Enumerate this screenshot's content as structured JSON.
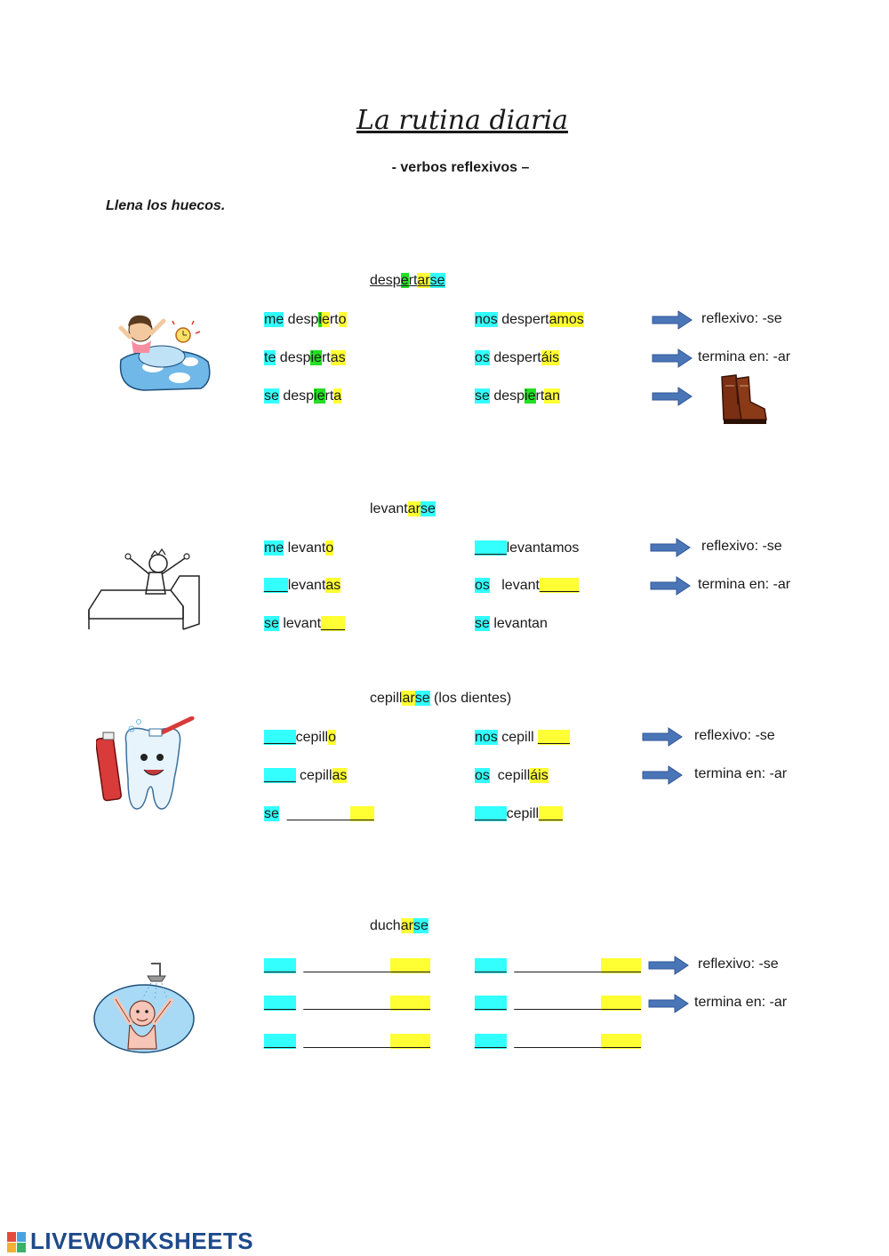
{
  "title": "La rutina diaria",
  "subtitle": "- verbos reflexivos –",
  "instruction": "Llena los huecos.",
  "sections": [
    {
      "verb": [
        [
          "desp",
          ""
        ],
        [
          "e",
          "g"
        ],
        [
          "rt",
          ""
        ],
        [
          "ar",
          "y"
        ],
        [
          "se",
          "c"
        ]
      ],
      "left": [
        [
          [
            "me",
            "c"
          ],
          [
            " desp",
            ""
          ],
          [
            "i",
            "g"
          ],
          [
            "e",
            "y"
          ],
          [
            "rt",
            ""
          ],
          [
            "o",
            "y"
          ]
        ],
        [
          [
            "te",
            "c"
          ],
          [
            " desp",
            ""
          ],
          [
            "ie",
            "g"
          ],
          [
            "rt",
            ""
          ],
          [
            "as",
            "y"
          ]
        ],
        [
          [
            "se",
            "c"
          ],
          [
            " desp",
            ""
          ],
          [
            "ie",
            "g"
          ],
          [
            "rt",
            ""
          ],
          [
            "a",
            "y"
          ]
        ]
      ],
      "right": [
        [
          [
            "nos",
            "c"
          ],
          [
            " despert",
            ""
          ],
          [
            "amos",
            "y"
          ]
        ],
        [
          [
            "os",
            "c"
          ],
          [
            " despert",
            ""
          ],
          [
            "áis",
            "y"
          ]
        ],
        [
          [
            "se",
            "c"
          ],
          [
            " desp",
            ""
          ],
          [
            "ie",
            "g"
          ],
          [
            "rt",
            ""
          ],
          [
            "an",
            "y"
          ]
        ]
      ],
      "notes": [
        "reflexivo: -se",
        "termina en: -ar"
      ]
    },
    {
      "verb": [
        [
          "levant",
          ""
        ],
        [
          "ar",
          "y"
        ],
        [
          "se",
          "c"
        ]
      ],
      "left": [
        [
          [
            "me",
            "c"
          ],
          [
            " levant",
            ""
          ],
          [
            "o",
            "y"
          ]
        ],
        [
          [
            "___",
            "c"
          ],
          [
            "levant",
            ""
          ],
          [
            "as",
            "y"
          ]
        ],
        [
          [
            "se",
            "c"
          ],
          [
            " levant",
            ""
          ],
          [
            "___",
            "y"
          ]
        ]
      ],
      "right": [
        [
          [
            "____",
            "c"
          ],
          [
            "levantamos",
            ""
          ]
        ],
        [
          [
            "os",
            "c"
          ],
          [
            "   levant",
            ""
          ],
          [
            "_____",
            "y"
          ]
        ],
        [
          [
            "se",
            "c"
          ],
          [
            " levantan",
            ""
          ]
        ]
      ],
      "notes": [
        "reflexivo: -se",
        "termina en: -ar"
      ]
    },
    {
      "verb": [
        [
          "cepill",
          ""
        ],
        [
          "ar",
          "y"
        ],
        [
          "se",
          "c"
        ],
        [
          " (los dientes)",
          ""
        ]
      ],
      "left": [
        [
          [
            "____",
            "c"
          ],
          [
            "cepill",
            ""
          ],
          [
            "o",
            "y"
          ]
        ],
        [
          [
            "____",
            "c"
          ],
          [
            " cepill",
            ""
          ],
          [
            "as",
            "y"
          ]
        ],
        [
          [
            "se",
            "c"
          ],
          [
            "  ________",
            ""
          ],
          [
            "___",
            "y"
          ]
        ]
      ],
      "right": [
        [
          [
            "nos",
            "c"
          ],
          [
            " cepill ",
            ""
          ],
          [
            "____",
            "y"
          ]
        ],
        [
          [
            "os",
            "c"
          ],
          [
            "  cepill",
            ""
          ],
          [
            "áis",
            "y"
          ]
        ],
        [
          [
            "____",
            "c"
          ],
          [
            "cepill",
            ""
          ],
          [
            "___",
            "y"
          ]
        ]
      ],
      "notes": [
        "reflexivo: -se",
        "termina en: -ar"
      ]
    },
    {
      "verb": [
        [
          "duch",
          ""
        ],
        [
          "ar",
          "y"
        ],
        [
          "se",
          "c"
        ]
      ],
      "left": [
        [
          [
            "____",
            "c"
          ],
          [
            "  ___________",
            ""
          ],
          [
            "_____",
            "y"
          ]
        ],
        [
          [
            "____",
            "c"
          ],
          [
            "  ___________",
            ""
          ],
          [
            "_____",
            "y"
          ]
        ],
        [
          [
            "____",
            "c"
          ],
          [
            "  ___________",
            ""
          ],
          [
            "_____",
            "y"
          ]
        ]
      ],
      "right": [
        [
          [
            "____",
            "c"
          ],
          [
            "  ___________",
            ""
          ],
          [
            "_____",
            "y"
          ]
        ],
        [
          [
            "____",
            "c"
          ],
          [
            "  ___________",
            ""
          ],
          [
            "_____",
            "y"
          ]
        ],
        [
          [
            "____",
            "c"
          ],
          [
            "  ___________",
            ""
          ],
          [
            "_____",
            "y"
          ]
        ]
      ],
      "notes": [
        "reflexivo: -se",
        "termina en: -ar"
      ]
    }
  ],
  "footer": "LIVEWORKSHEETS",
  "colors": {
    "cyan": "#33ffff",
    "yellow": "#ffff33",
    "green": "#22e022",
    "arrow": "#4a76b8"
  }
}
